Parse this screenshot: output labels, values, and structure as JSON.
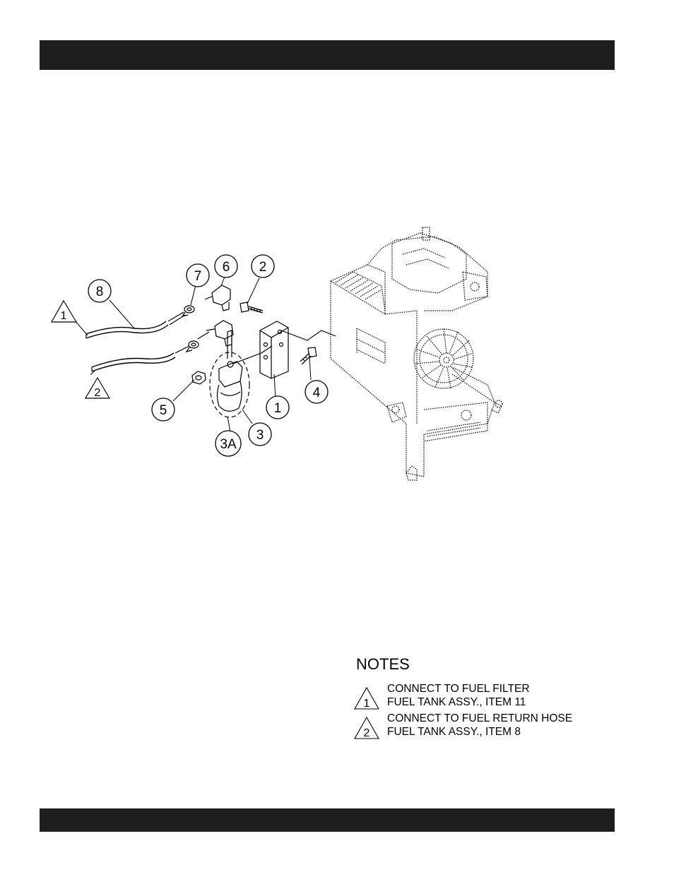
{
  "header_bar": {
    "color": "#1e1e1e"
  },
  "footer_bar": {
    "color": "#1e1e1e"
  },
  "callouts": {
    "c1": "1",
    "c2": "2",
    "c3": "3",
    "c3a": "3A",
    "c4": "4",
    "c5": "5",
    "c6": "6",
    "c7": "7",
    "c8": "8"
  },
  "connection_markers": {
    "m1": "1",
    "m2": "2"
  },
  "notes": {
    "title": "NOTES",
    "items": [
      {
        "marker": "1",
        "line1": "CONNECT TO FUEL FILTER",
        "line2": "FUEL TANK ASSY., ITEM 11"
      },
      {
        "marker": "2",
        "line1": "CONNECT TO FUEL RETURN HOSE",
        "line2": "FUEL TANK ASSY., ITEM 8"
      }
    ]
  }
}
